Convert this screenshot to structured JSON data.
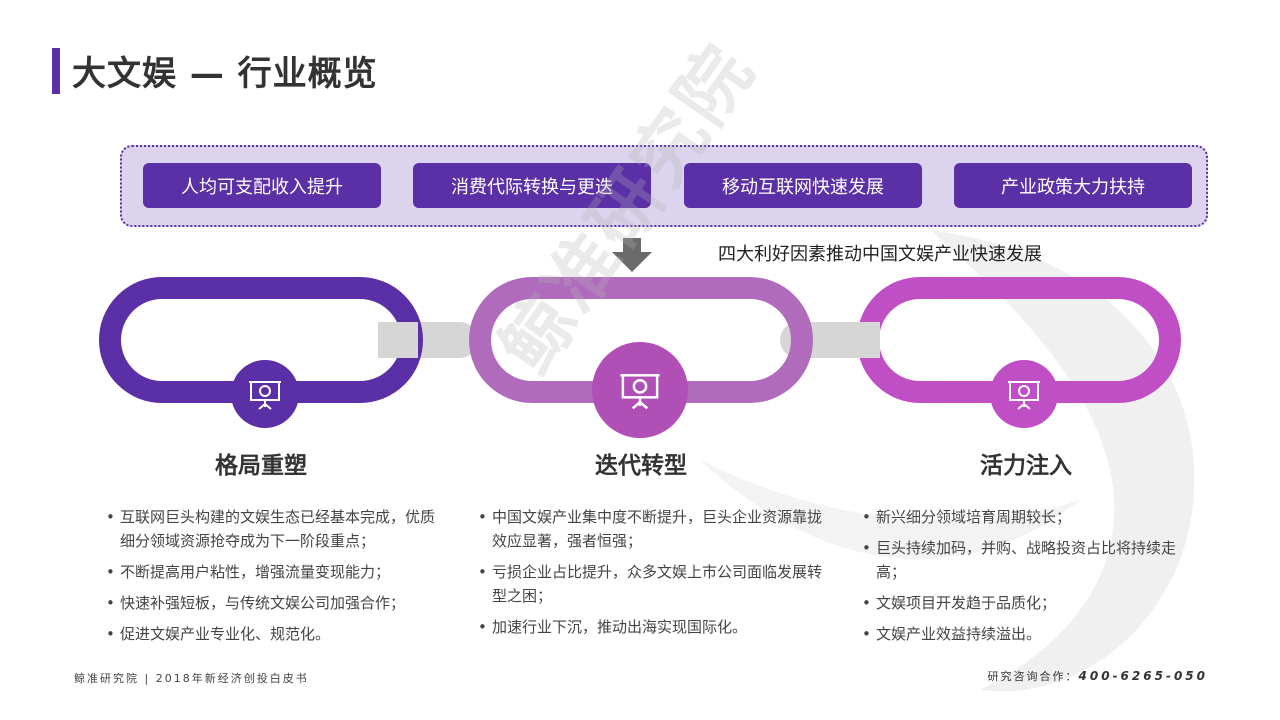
{
  "page": {
    "title": "大文娱 — 行业概览"
  },
  "factors": [
    "人均可支配收入提升",
    "消费代际转换与更迭",
    "移动互联网快速发展",
    "产业政策大力扶持"
  ],
  "caption": "四大利好因素推动中国文娱产业快速发展",
  "watermark": "鲸准研究院",
  "colors": {
    "purple_dark": "#5b2fa6",
    "purple_mid": "#b06bbd",
    "purple_light": "#c04fc6",
    "connector": "#d6d6d6"
  },
  "sections": [
    {
      "title": "格局重塑",
      "bullets": [
        "互联网巨头构建的文娱生态已经基本完成，优质细分领域资源抢夺成为下一阶段重点；",
        "不断提高用户粘性，增强流量变现能力；",
        "快速补强短板，与传统文娱公司加强合作；",
        "促进文娱产业专业化、规范化。"
      ]
    },
    {
      "title": "迭代转型",
      "bullets": [
        "中国文娱产业集中度不断提升，巨头企业资源靠拢效应显著，强者恒强；",
        "亏损企业占比提升，众多文娱上市公司面临发展转型之困；",
        "加速行业下沉，推动出海实现国际化。"
      ]
    },
    {
      "title": "活力注入",
      "bullets": [
        "新兴细分领域培育周期较长；",
        "巨头持续加码，并购、战略投资占比将持续走高；",
        "文娱项目开发趋于品质化；",
        "文娱产业效益持续溢出。"
      ]
    }
  ],
  "footer": {
    "left": "鲸准研究院 | 2018年新经济创投白皮书",
    "right_label": "研究咨询合作：",
    "right_phone": "400-6265-050"
  }
}
